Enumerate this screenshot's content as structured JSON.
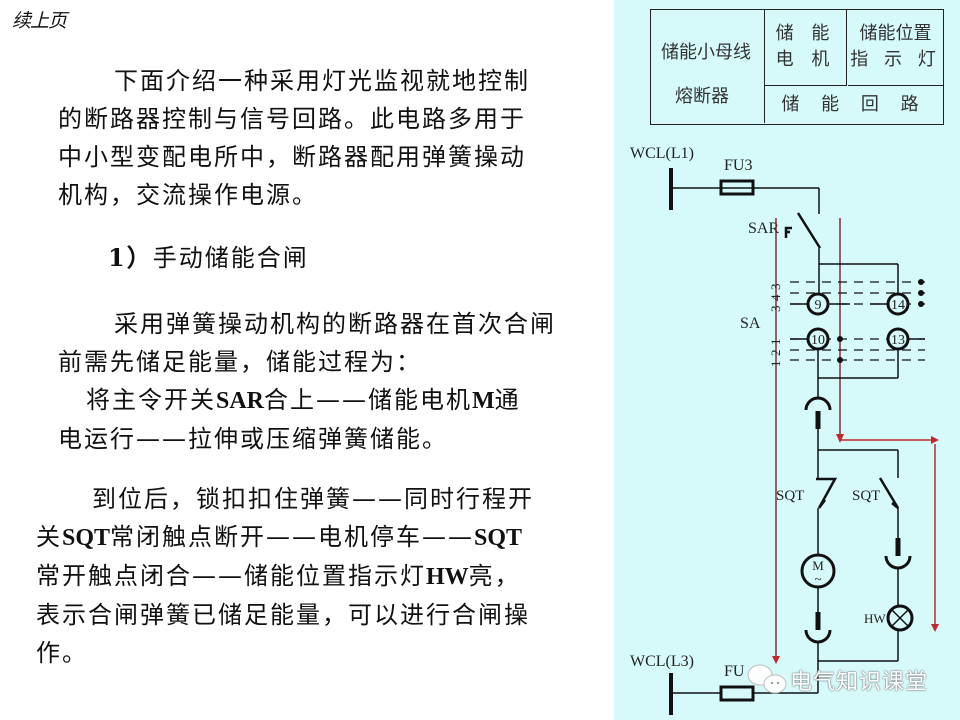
{
  "page_tag": "续上页",
  "intro": {
    "lines": [
      "下面介绍一种采用灯光监视就地控制",
      "的断路器控制与信号回路。此电路多用于",
      "中小型变配电所中，断路器配用弹簧操动",
      "机构，交流操作电源。"
    ]
  },
  "section": {
    "number": "1）",
    "title": "手动储能合闸"
  },
  "para1": {
    "line1": "采用弹簧操动机构的断路器在首次合闸",
    "line2": "前需先储足能量，储能过程为：",
    "line3_a": "将主令开关",
    "line3_b": "SAR",
    "line3_c": "合上——储能电机",
    "line3_d": "M",
    "line3_e": "通",
    "line4": "电运行——拉伸或压缩弹簧储能。"
  },
  "para2": {
    "line1": "到位后，锁扣扣住弹簧——同时行程开",
    "line2_a": "关",
    "line2_b": "SQT",
    "line2_c": "常闭触点断开——电机停车——",
    "line2_d": "SQT",
    "line3_a": "常开触点闭合——储能位置指示灯",
    "line3_b": "HW",
    "line3_c": "亮，",
    "line4": "表示合闸弹簧已储足能量，可以进行合闸操",
    "line5": "作。"
  },
  "legend_table": {
    "col1_line1": "储能小母线",
    "col1_line2": "熔断器",
    "col2_line1": "储 能",
    "col2_line2": "电 机",
    "col3_line1": "储能位置",
    "col3_line2": "指 示 灯",
    "bottom": "储 能 回 路"
  },
  "diagram": {
    "bus_top": "WCL(L1)",
    "bus_bottom": "WCL(L3)",
    "fuse_top": "FU3",
    "fuse_bottom": "FU",
    "sar": "SAR",
    "sa": "SA",
    "sa_contacts": [
      "9",
      "14",
      "10",
      "13"
    ],
    "sa_positions_upper": [
      "3",
      "4",
      "3"
    ],
    "sa_positions_lower": [
      "1",
      "2",
      "1"
    ],
    "sqt_nc": "SQT",
    "sqt_no": "SQT",
    "motor": "M",
    "motor_ac": "~",
    "lamp": "HW",
    "colors": {
      "line": "#111111",
      "arrow": "#c0282d",
      "position_line": "#8a2a2a",
      "background": "#d6fafa"
    }
  },
  "watermark": "电气知识课堂"
}
